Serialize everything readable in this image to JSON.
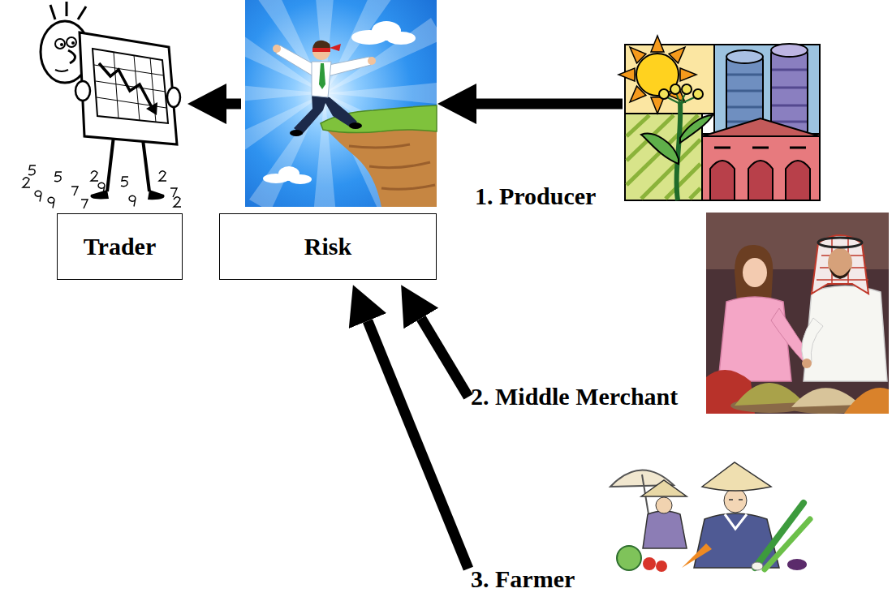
{
  "diagram": {
    "nodes": [
      {
        "text": [
          "Trader"
        ]
      },
      {
        "text": [
          "Risk"
        ]
      },
      {
        "text": [
          "1. Producer"
        ]
      },
      {
        "text": [
          "2. Middle Merchant"
        ]
      },
      {
        "text": [
          "3. Farmer"
        ]
      }
    ],
    "edges": [
      {
        "from": 1,
        "to": 0,
        "arrow": "to"
      },
      {
        "from": 2,
        "to": 1,
        "arrow": "to"
      },
      {
        "from": 3,
        "to": 1,
        "arrow": "to"
      },
      {
        "from": 4,
        "to": 1,
        "arrow": "to"
      }
    ]
  }
}
